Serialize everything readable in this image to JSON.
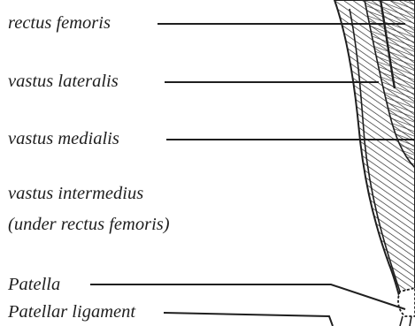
{
  "labels": {
    "rectus_femoris": "rectus femoris",
    "vastus_lateralis": "vastus lateralis",
    "vastus_medialis": "vastus medialis",
    "vastus_intermedius_line1": "vastus intermedius",
    "vastus_intermedius_line2": "(under rectus femoris)",
    "patella": "Patella",
    "patellar_ligament": "Patellar ligament"
  },
  "colors": {
    "ink": "#1f1f1f",
    "background": "#ffffff"
  }
}
